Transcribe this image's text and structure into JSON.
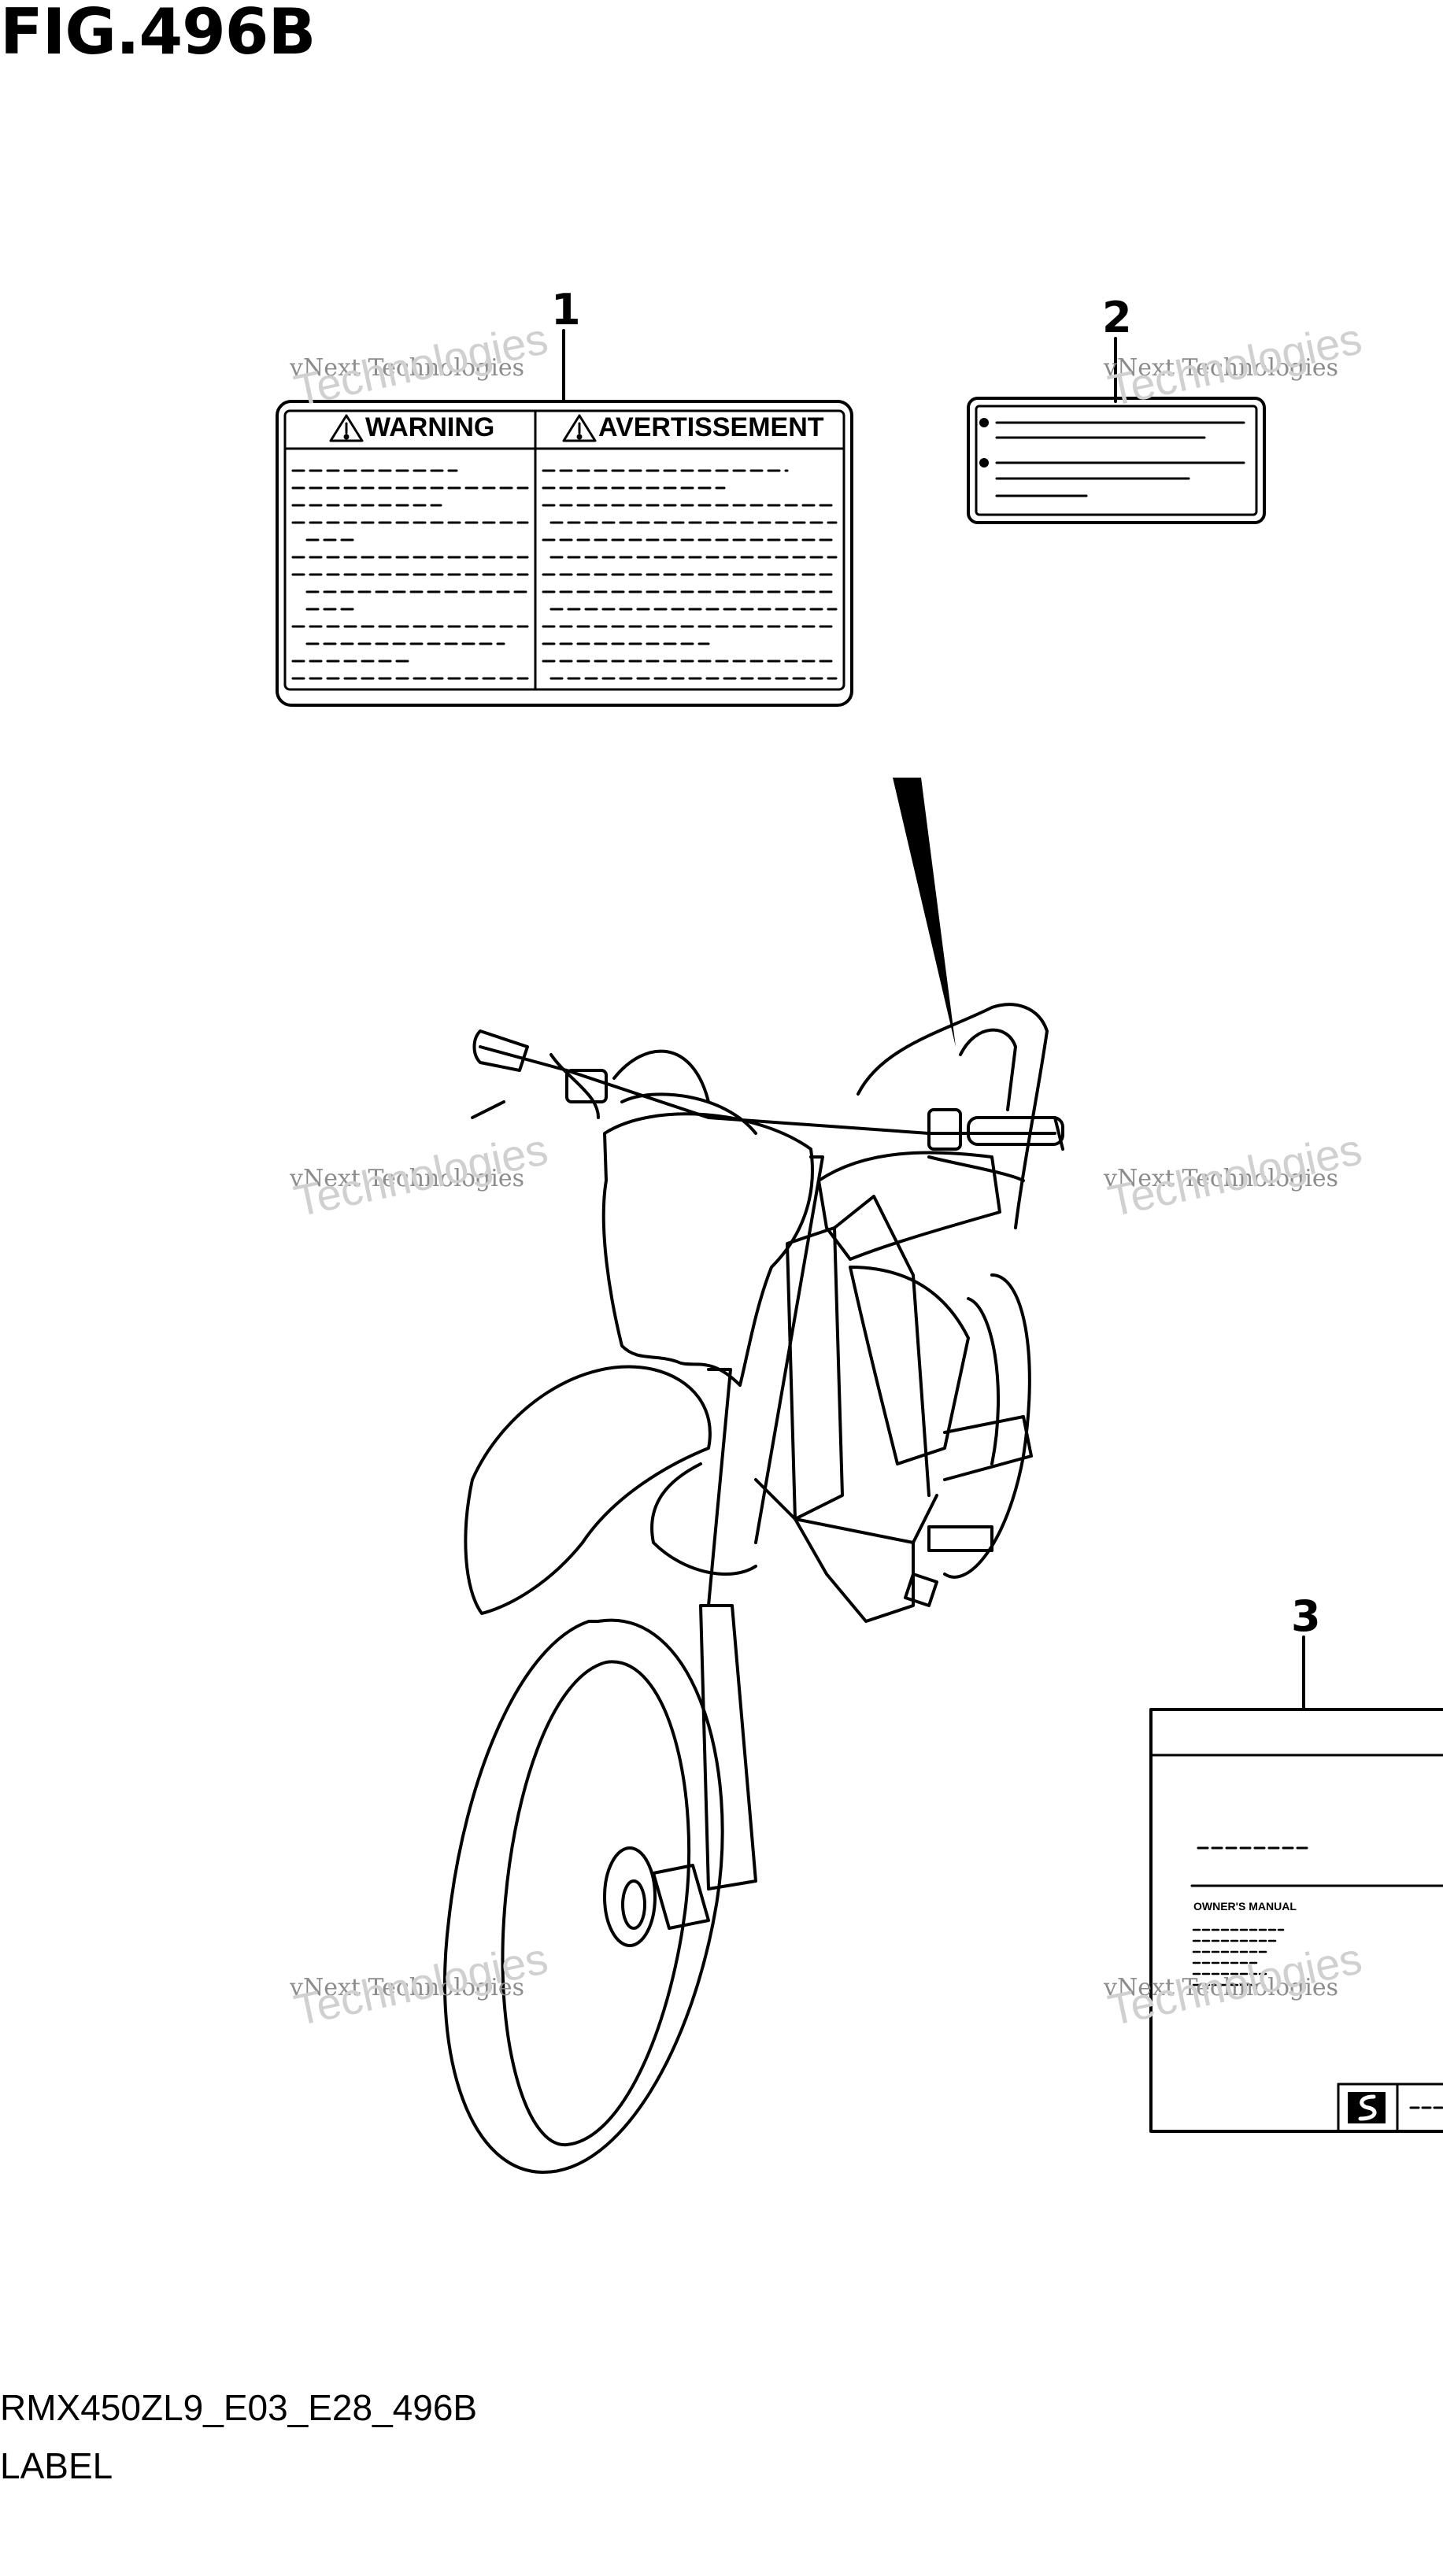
{
  "figure": {
    "title": "FIG.496B"
  },
  "callouts": [
    "1",
    "2",
    "3"
  ],
  "label1": {
    "left_heading": "WARNING",
    "right_heading": "AVERTISSEMENT"
  },
  "label3": {
    "manual_title": "OWNER'S MANUAL"
  },
  "footer": {
    "model_code": "RMX450ZL9_E03_E28_496B",
    "section": "LABEL"
  },
  "watermark": {
    "line1": "vNext Technologies",
    "line2": "Technologies"
  },
  "icons": [
    "warning-triangle-icon",
    "suzuki-logo-icon"
  ]
}
